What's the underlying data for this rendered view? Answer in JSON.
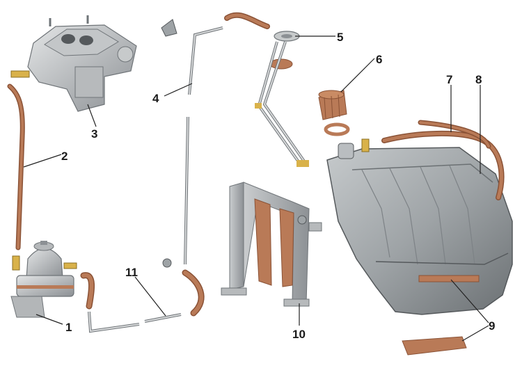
{
  "diagram": {
    "labels": {
      "fuel_pump": "1",
      "pump_to_carb_hose": "2",
      "carburetor": "3",
      "supply_pipe": "4",
      "fuel_gauge_sender": "5",
      "filler_cap": "6",
      "filler_vent_hose": "7",
      "vent_hose": "8",
      "tank_strap_pads": "9",
      "tank_bracket": "10",
      "return_pipe": "11"
    },
    "colors": {
      "metal_light": "#d8dadb",
      "metal_mid": "#a9adb0",
      "metal_dark": "#6f7478",
      "tank_body": "#9ea3a6",
      "tank_shadow": "#6b7073",
      "hose_copper": "#b97a57",
      "hose_dark": "#8a5236",
      "brass": "#d9b24a",
      "leader_line": "#222222"
    }
  }
}
